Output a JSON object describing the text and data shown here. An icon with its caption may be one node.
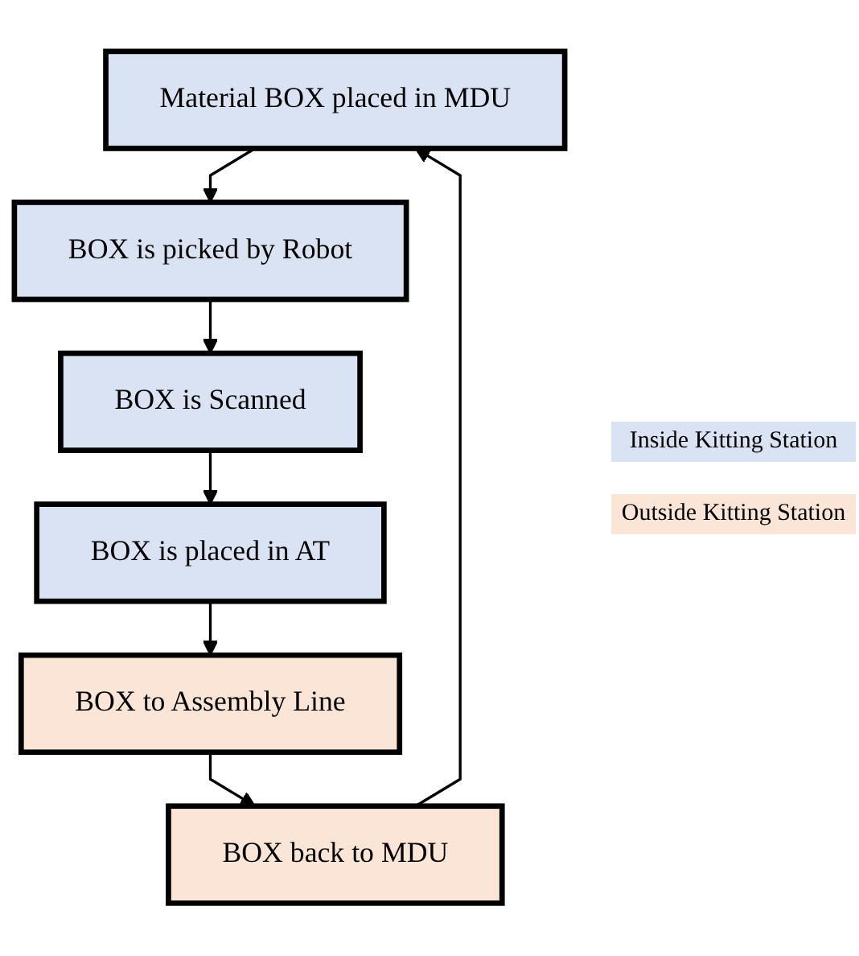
{
  "diagram": {
    "nodes": [
      {
        "text": [
          "Material BOX placed in MDU"
        ]
      },
      {
        "text": [
          "BOX is picked by Robot"
        ]
      },
      {
        "text": [
          "BOX is Scanned"
        ]
      },
      {
        "text": [
          "BOX is placed in AT"
        ]
      },
      {
        "text": [
          "BOX to Assembly Line"
        ]
      },
      {
        "text": [
          "BOX back to MDU"
        ]
      }
    ],
    "edges": [
      {
        "from": 0,
        "to": 1,
        "arrow": "to"
      },
      {
        "from": 1,
        "to": 2,
        "arrow": "to"
      },
      {
        "from": 2,
        "to": 3,
        "arrow": "to"
      },
      {
        "from": 3,
        "to": 4,
        "arrow": "to"
      },
      {
        "from": 4,
        "to": 5,
        "arrow": "to"
      },
      {
        "from": 5,
        "to": 0,
        "arrow": "to"
      }
    ],
    "legend": [
      {
        "text": "Inside Kitting Station",
        "color": "#dae3f3"
      },
      {
        "text": "Outside Kitting Station",
        "color": "#fbe5d6"
      }
    ]
  }
}
